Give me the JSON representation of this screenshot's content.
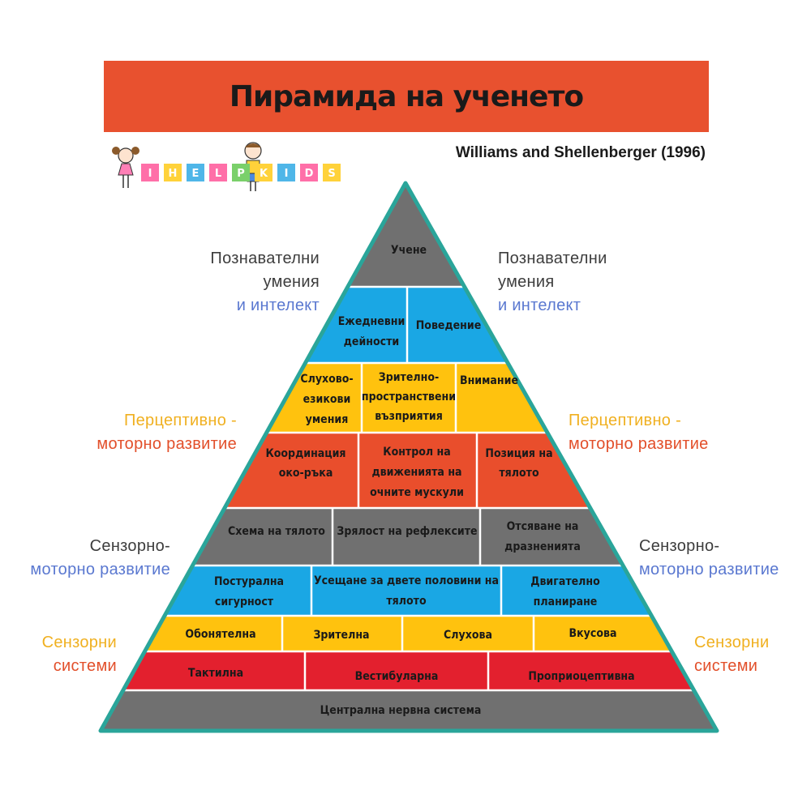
{
  "title": "Пирамида на ученето",
  "citation": "Williams and Shellenberger (1996)",
  "logo": {
    "letters": [
      "I",
      "H",
      "E",
      "L",
      "P",
      "K",
      "I",
      "D",
      "S"
    ]
  },
  "side_labels": {
    "cognitive_1": "Познавателни",
    "cognitive_2": "умения",
    "cognitive_3": "и интелект",
    "perceptual_1": "Перцептивно -",
    "perceptual_2": "моторно развитие",
    "sensorimotor_1": "Сензорно-",
    "sensorimotor_2": "моторно развитие",
    "sensory_1": "Сензорни",
    "sensory_2": "системи"
  },
  "pyramid": {
    "top": "Учене",
    "daily_1": "Ежедневни",
    "daily_2": "дейности",
    "behavior": "Поведение",
    "auditory_1": "Слухово-",
    "auditory_2": "езикови",
    "auditory_3": "умения",
    "visual_spatial_1": "Зрително-",
    "visual_spatial_2": "пространствени",
    "visual_spatial_3": "възприятия",
    "attention": "Внимание",
    "eye_hand_1": "Координация",
    "eye_hand_2": "око-ръка",
    "eye_control_1": "Контрол на",
    "eye_control_2": "движенията на",
    "eye_control_3": "очните мускули",
    "posture_1": "Позиция на",
    "posture_2": "тялото",
    "body_scheme": "Схема на тялото",
    "reflex": "Зрялост на рефлексите",
    "filtering_1": "Отсяване на",
    "filtering_2": "дразненията",
    "postural_1": "Постурална",
    "postural_2": "сигурност",
    "bilateral_1": "Усещане за двете половини на",
    "bilateral_2": "тялото",
    "motor_planning_1": "Двигателно",
    "motor_planning_2": "планиране",
    "olfactory": "Обонятелна",
    "visual": "Зрителна",
    "hearing": "Слухова",
    "taste": "Вкусова",
    "tactile": "Тактилна",
    "vestibular": "Вестибуларна",
    "proprioceptive": "Проприоцептивна",
    "cns": "Централна нервна система"
  },
  "colors": {
    "gray": "#707070",
    "blue": "#1aa7e4",
    "yellow": "#ffc20e",
    "orange": "#e94e2c",
    "red": "#e3202e",
    "outline": "#2aa59a"
  }
}
